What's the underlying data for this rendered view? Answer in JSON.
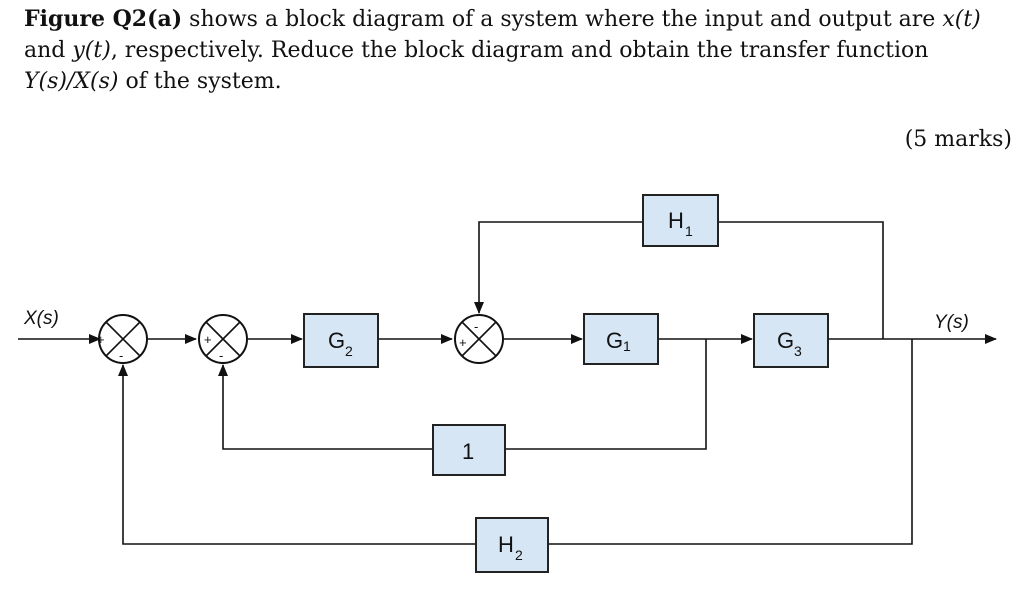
{
  "question": {
    "figure_ref": "Figure Q2(a)",
    "t1": " shows a block diagram of a system where the input and output are ",
    "x_t": "x(t)",
    "and": " and ",
    "y_t": "y(t)",
    "t2": ", respectively. Reduce the block diagram and obtain the transfer function ",
    "tf": "Y(s)/X(s)",
    "t3": " of the system."
  },
  "marks": "(5 marks)",
  "diagram": {
    "input_label": "X(s)",
    "output_label": "Y(s)",
    "blocks": {
      "g2": {
        "main": "G",
        "sub": "2"
      },
      "g1": {
        "main": "G",
        "sub": "1"
      },
      "g3": {
        "main": "G",
        "sub": "3"
      },
      "h1": {
        "main": "H",
        "sub": "1"
      },
      "unity": {
        "main": "1"
      },
      "h2": {
        "main": "H",
        "sub": "2"
      }
    },
    "signs": {
      "plus": "+",
      "minus": "-"
    }
  }
}
